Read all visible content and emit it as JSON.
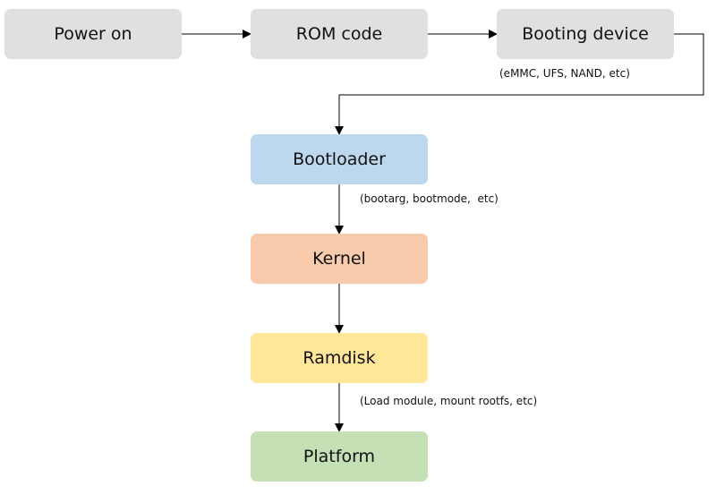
{
  "nodes": {
    "power_on": {
      "label": "Power on",
      "color": "#e0e0e0"
    },
    "rom_code": {
      "label": "ROM code",
      "color": "#e0e0e0"
    },
    "booting_device": {
      "label": "Booting device",
      "color": "#e0e0e0"
    },
    "bootloader": {
      "label": "Bootloader",
      "color": "#bdd7ee"
    },
    "kernel": {
      "label": "Kernel",
      "color": "#f8cbad"
    },
    "ramdisk": {
      "label": "Ramdisk",
      "color": "#ffe699"
    },
    "platform": {
      "label": "Platform",
      "color": "#c5e0b4"
    }
  },
  "annotations": {
    "booting_device": "(eMMC, UFS, NAND, etc)",
    "bootloader": "(bootarg, bootmode,  etc)",
    "ramdisk": "(Load module, mount rootfs, etc)"
  },
  "arrow_color": "#000000"
}
